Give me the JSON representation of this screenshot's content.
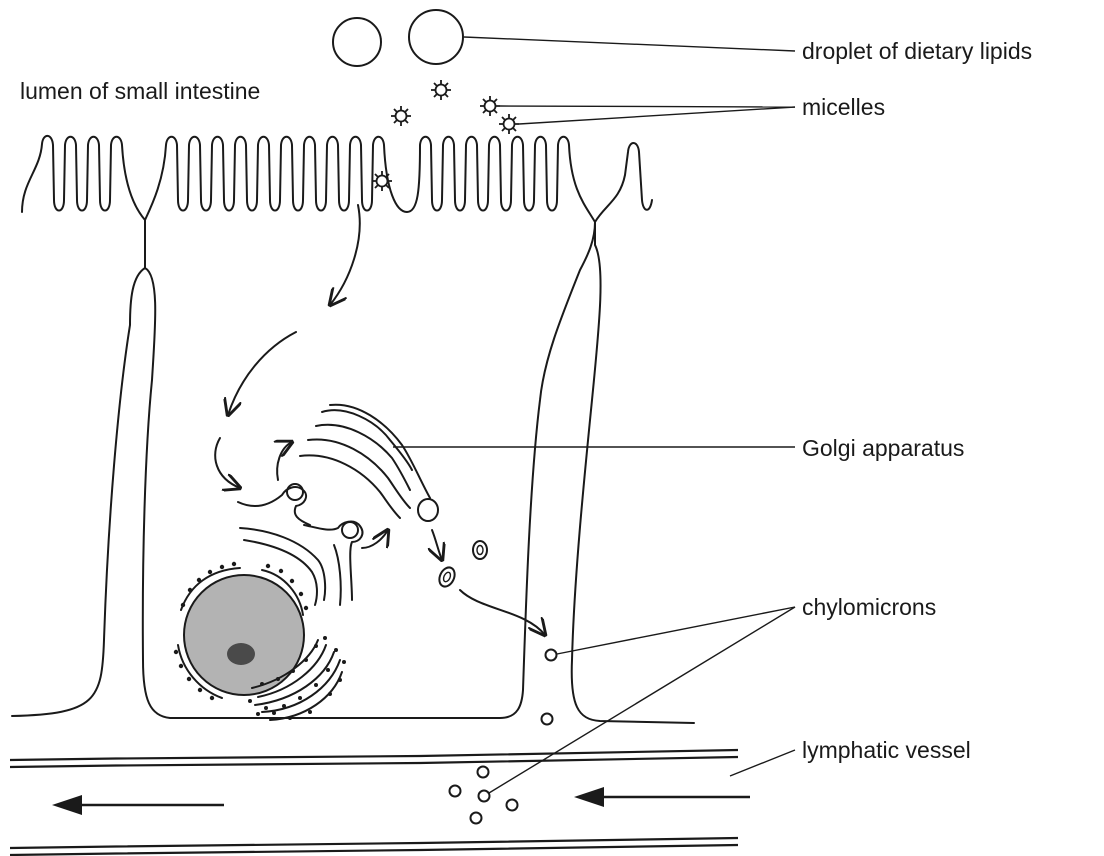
{
  "labels": {
    "droplet": "droplet of dietary lipids",
    "lumen": "lumen of small intestine",
    "micelles": "micelles",
    "golgi": "Golgi apparatus",
    "chylomicrons": "chylomicrons",
    "lymphatic": "lymphatic vessel"
  },
  "colors": {
    "line": "#1a1a1a",
    "nucleus": "#b3b3b3",
    "nucleolus": "#4a4a4a"
  }
}
